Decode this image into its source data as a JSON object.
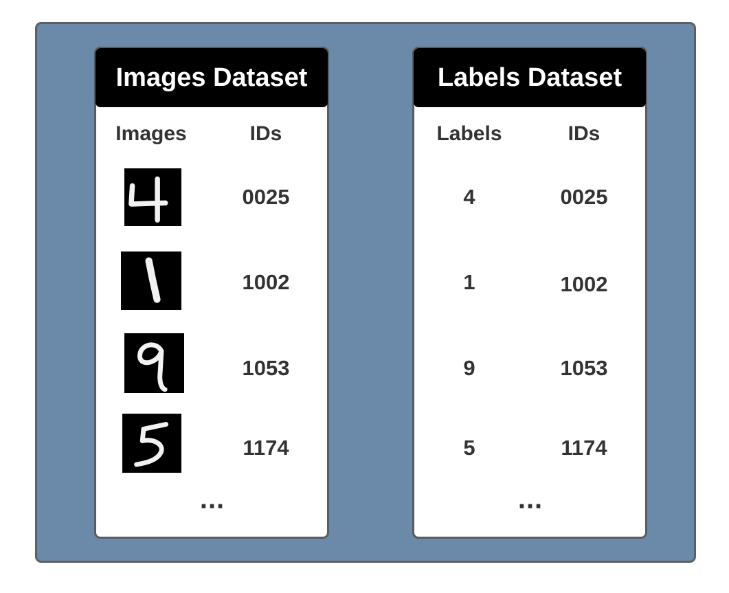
{
  "images_panel": {
    "title": "Images Dataset",
    "columns": [
      "Images",
      "IDs"
    ],
    "rows": [
      {
        "image": "digit-4-image",
        "id": "0025"
      },
      {
        "image": "digit-1-image",
        "id": "1002"
      },
      {
        "image": "digit-9-image",
        "id": "1053"
      },
      {
        "image": "digit-5-image",
        "id": "1174"
      }
    ],
    "ellipsis": "..."
  },
  "labels_panel": {
    "title": "Labels Dataset",
    "columns": [
      "Labels",
      "IDs"
    ],
    "rows": [
      {
        "label": "4",
        "id": "0025"
      },
      {
        "label": "1",
        "id": "1002"
      },
      {
        "label": "9",
        "id": "1053"
      },
      {
        "label": "5",
        "id": "1174"
      }
    ],
    "ellipsis": "..."
  },
  "colors": {
    "background": "#6b8aaa",
    "header": "#000000",
    "panel": "#ffffff",
    "text": "#333333"
  }
}
